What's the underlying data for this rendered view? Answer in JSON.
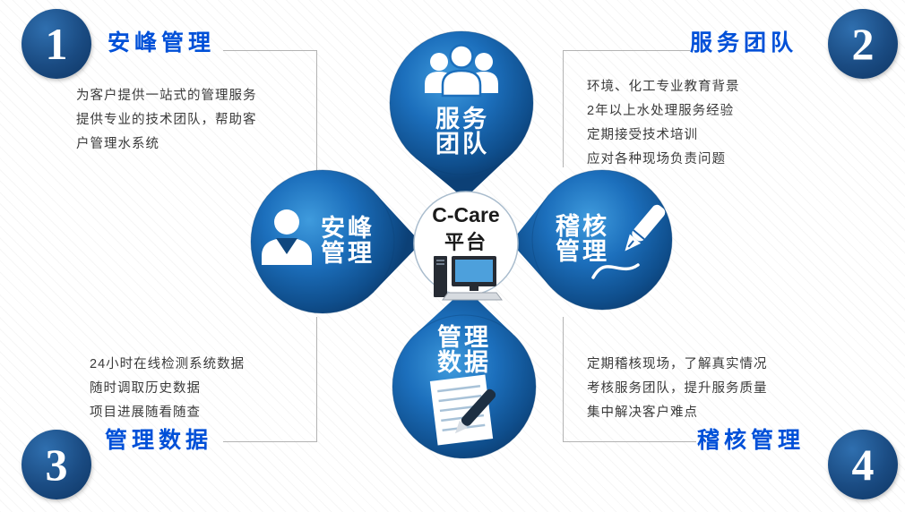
{
  "center": {
    "title": "C-Care",
    "subtitle": "平台",
    "icon": "desktop-computer"
  },
  "petals": {
    "top": {
      "label_line1": "服务",
      "label_line2": "团队",
      "icon": "team-people"
    },
    "left": {
      "label_line1": "安峰",
      "label_line2": "管理",
      "icon": "manager-person"
    },
    "right": {
      "label_line1": "稽核",
      "label_line2": "管理",
      "icon": "fountain-pen"
    },
    "bottom": {
      "label_line1": "管理",
      "label_line2": "数据",
      "icon": "document-with-pen"
    }
  },
  "sections": {
    "tl": {
      "number": "1",
      "title": "安峰管理",
      "lines": [
        "为客户提供一站式的管理服务",
        "提供专业的技术团队，帮助客",
        "户管理水系统"
      ]
    },
    "tr": {
      "number": "2",
      "title": "服务团队",
      "lines": [
        "环境、化工专业教育背景",
        "2年以上水处理服务经验",
        "定期接受技术培训",
        "应对各种现场负责问题"
      ]
    },
    "bl": {
      "number": "3",
      "title": "管理数据",
      "lines": [
        "24小时在线检测系统数据",
        "随时调取历史数据",
        "项目进展随看随查"
      ]
    },
    "br": {
      "number": "4",
      "title": "稽核管理",
      "lines": [
        "定期稽核现场，了解真实情况",
        "考核服务团队，提升服务质量",
        "集中解决客户难点"
      ]
    }
  },
  "colors": {
    "heading_blue": "#0050d8",
    "petal_light": "#3f9bdd",
    "petal_dark": "#0c4076",
    "number_circle_navy": "#1a4b82",
    "body_text": "#3a3a3a",
    "connector_gray": "#b3b3b3",
    "screen_blue": "#4da0dc"
  }
}
